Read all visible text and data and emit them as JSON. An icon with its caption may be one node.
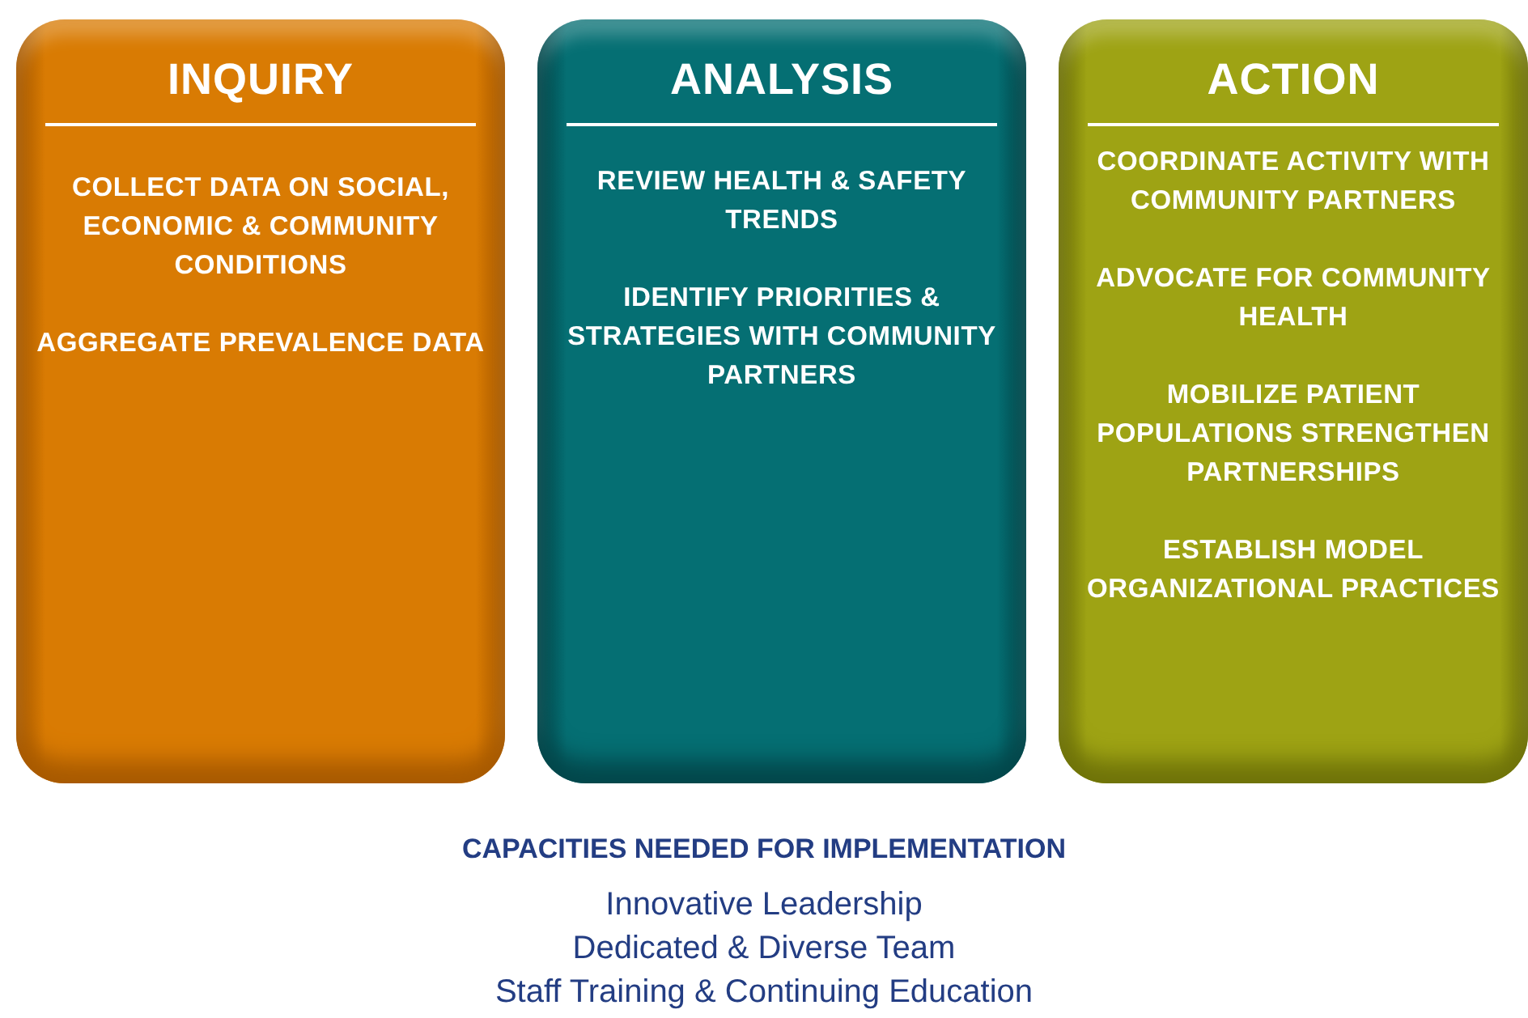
{
  "diagram": {
    "nodes": [
      {
        "text": [
          "INQUIRY",
          "COLLECT DATA ON SOCIAL, ECONOMIC & COMMUNITY CONDITIONS",
          "AGGREGATE PREVALENCE DATA"
        ]
      },
      {
        "text": [
          "ANALYSIS",
          "REVIEW HEALTH & SAFETY TRENDS",
          "IDENTIFY PRIORITIES & STRATEGIES WITH COMMUNITY PARTNERS"
        ]
      },
      {
        "text": [
          "ACTION",
          "COORDINATE ACTIVITY WITH COMMUNITY PARTNERS",
          "ADVOCATE FOR COMMUNITY HEALTH",
          "MOBILIZE PATIENT POPULATIONS STRENGTHEN PARTNERSHIPS",
          "ESTABLISH MODEL ORGANIZATIONAL PRACTICES"
        ]
      }
    ],
    "labels": [
      "CAPACITIES NEEDED FOR IMPLEMENTATION",
      "Innovative Leadership",
      "Dedicated & Diverse Team",
      "Staff Training & Continuing Education"
    ]
  }
}
